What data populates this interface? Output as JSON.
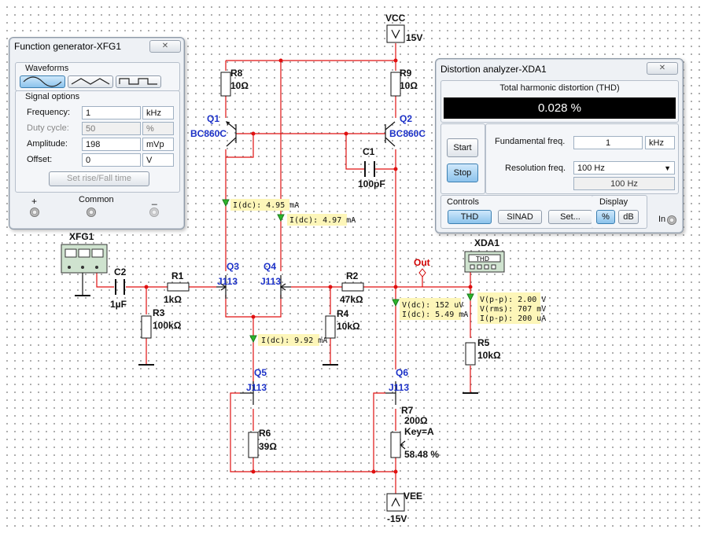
{
  "schematic": {
    "supply_pos": {
      "name": "VCC",
      "value": "15V"
    },
    "supply_neg": {
      "name": "VEE",
      "value": "-15V"
    },
    "components": {
      "r8": {
        "ref": "R8",
        "value": "10Ω"
      },
      "r9": {
        "ref": "R9",
        "value": "10Ω"
      },
      "q1": {
        "ref": "Q1",
        "model": "BC860C"
      },
      "q2": {
        "ref": "Q2",
        "model": "BC860C"
      },
      "c1": {
        "ref": "C1",
        "value": "100pF"
      },
      "q3": {
        "ref": "Q3",
        "model": "J113"
      },
      "q4": {
        "ref": "Q4",
        "model": "J113"
      },
      "q5": {
        "ref": "Q5",
        "model": "J113"
      },
      "q6": {
        "ref": "Q6",
        "model": "J113"
      },
      "c2": {
        "ref": "C2",
        "value": "1µF"
      },
      "r1": {
        "ref": "R1",
        "value": "1kΩ"
      },
      "r2": {
        "ref": "R2",
        "value": "47kΩ"
      },
      "r3": {
        "ref": "R3",
        "value": "100kΩ"
      },
      "r4": {
        "ref": "R4",
        "value": "10kΩ"
      },
      "r5": {
        "ref": "R5",
        "value": "10kΩ"
      },
      "r6": {
        "ref": "R6",
        "value": "39Ω"
      },
      "r7": {
        "ref": "R7",
        "value": "200Ω",
        "key": "Key=A",
        "setting": "58.48 %"
      },
      "xfg1": {
        "ref": "XFG1"
      },
      "xda1": {
        "ref": "XDA1",
        "screen": "THD"
      }
    },
    "net_out": "Out",
    "probes": {
      "p1": [
        "I(dc): 4.95 mA"
      ],
      "p2": [
        "I(dc): 4.97 mA"
      ],
      "p3": [
        "I(dc): 9.92 mA"
      ],
      "p4": [
        "V(dc): 152 uV",
        "I(dc): 5.49 mA"
      ],
      "p5": [
        "V(p-p): 2.00 V",
        "V(rms): 707 mV",
        "I(p-p): 200 uA"
      ]
    }
  },
  "function_generator": {
    "title": "Function generator-XFG1",
    "close_label": "✕",
    "waveforms_label": "Waveforms",
    "waveform_buttons": [
      "sine-wave",
      "triangle-wave",
      "square-wave"
    ],
    "selected_waveform": "sine-wave",
    "signal_options_label": "Signal options",
    "rows": [
      {
        "label": "Frequency:",
        "value": "1",
        "unit": "kHz",
        "enabled": true
      },
      {
        "label": "Duty cycle:",
        "value": "50",
        "unit": "%",
        "enabled": false
      },
      {
        "label": "Amplitude:",
        "value": "198",
        "unit": "mVp",
        "enabled": true
      },
      {
        "label": "Offset:",
        "value": "0",
        "unit": "V",
        "enabled": true
      }
    ],
    "rise_fall_button": "Set rise/Fall time",
    "terminal_plus": "+",
    "terminal_common": "Common",
    "terminal_minus": "_"
  },
  "distortion_analyzer": {
    "title": "Distortion analyzer-XDA1",
    "close_label": "✕",
    "thd_caption": "Total harmonic distortion (THD)",
    "thd_value": "0.028 %",
    "start_label": "Start",
    "stop_label": "Stop",
    "fundamental_label": "Fundamental freq.",
    "fundamental_value": "1",
    "fundamental_unit": "kHz",
    "resolution_label": "Resolution freq.",
    "resolution_selected": "100 Hz",
    "resolution_readout": "100 Hz",
    "controls_label": "Controls",
    "thd_button": "THD",
    "sinad_button": "SINAD",
    "set_button": "Set...",
    "display_label": "Display",
    "percent_button": "%",
    "db_button": "dB",
    "in_label": "In"
  }
}
